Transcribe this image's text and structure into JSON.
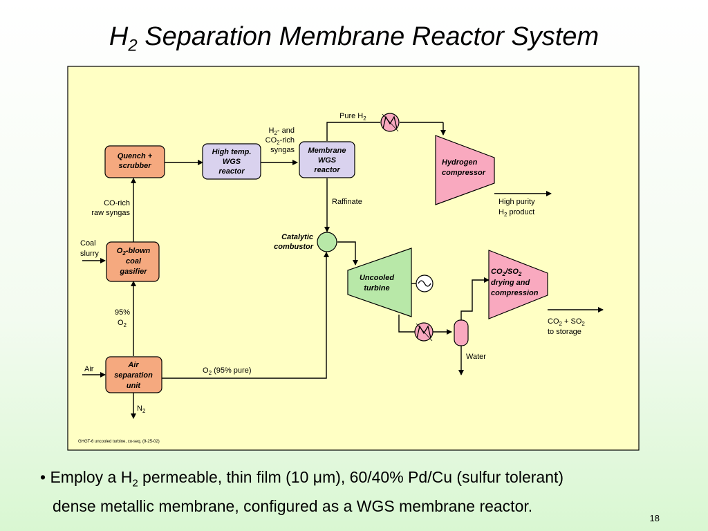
{
  "title": {
    "main": "H",
    "sub": "2",
    "rest": " Separation Membrane Reactor System"
  },
  "diagram": {
    "boxes": {
      "quench": [
        "Quench +",
        "scrubber"
      ],
      "high_temp_wgs": [
        "High temp.",
        "WGS",
        "reactor"
      ],
      "membrane_wgs": [
        "Membrane",
        "WGS",
        "reactor"
      ],
      "gasifier": [
        "-blown",
        "coal",
        "gasifier"
      ],
      "gasifier_o": "O",
      "gasifier_sub": "2",
      "asu": [
        "Air",
        "separation",
        "unit"
      ],
      "uncooled_turbine": [
        "Uncooled",
        "turbine"
      ],
      "hydrogen_compressor": [
        "Hydrogen",
        "compressor"
      ],
      "co2so2": [
        "drying and",
        "compression"
      ],
      "co2so2_top": {
        "a": "CO",
        "a_sub": "2",
        "b": "/SO",
        "b_sub": "2"
      },
      "catalytic_combustor": [
        "Catalytic",
        "combustor"
      ]
    },
    "labels": {
      "pure_h2": {
        "a": "Pure H",
        "sub": "2"
      },
      "h2_co2_syngas": {
        "l1a": "H",
        "l1sub": "2",
        "l1b": "- and",
        "l2a": "CO",
        "l2sub": "2",
        "l2b": "-rich",
        "l3": "syngas"
      },
      "raffinate": "Raffinate",
      "high_purity": {
        "l1": "High purity",
        "l2a": "H",
        "l2sub": "2",
        "l2b": " product"
      },
      "co_rich": [
        "CO-rich",
        "raw syngas"
      ],
      "coal_slurry": [
        "Coal",
        "slurry"
      ],
      "pct95": {
        "l1": "95%",
        "l2a": "O",
        "l2sub": "2"
      },
      "air": "Air",
      "o2_pure": {
        "a": "O",
        "sub": "2",
        "b": " (95% pure)"
      },
      "n2": {
        "a": "N",
        "sub": "2"
      },
      "co2_storage": {
        "l1a": "CO",
        "l1sub": "2",
        "l1b": " + SO",
        "l1sub2": "2",
        "l2": "to storage"
      },
      "water": "Water",
      "footnote": "GHGT-6 uncooled turbine, co-seq. (9-25-02)"
    },
    "colors": {
      "panel": "#ffffc4",
      "orange_box": "#f5a97f",
      "purple_box": "#d9d2ee",
      "pink_box": "#f9a9bf",
      "green_circle": "#b8e8a8"
    }
  },
  "bullet": {
    "prefix": "• Employ a H",
    "sub": "2",
    "mid": " permeable, thin film (10 ",
    "mu": "μ",
    "rest1": "m), 60/40% Pd/Cu (sulfur tolerant)",
    "line2": "dense metallic membrane, configured as a WGS membrane reactor."
  },
  "page_number": "18"
}
